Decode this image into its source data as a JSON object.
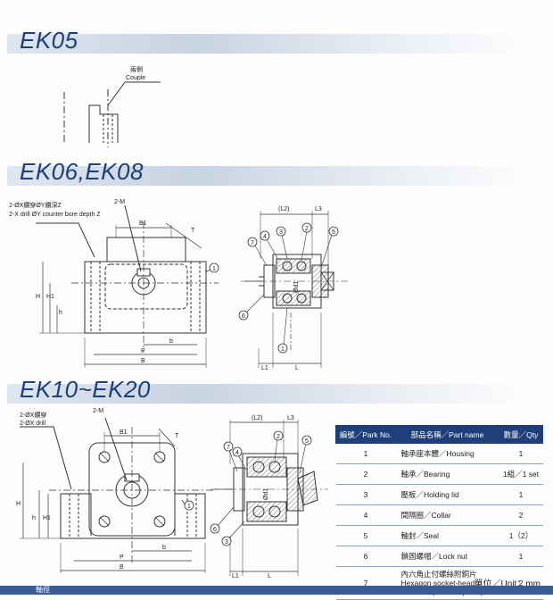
{
  "sections": {
    "ek05": "EK05",
    "ek06": "EK06,EK08",
    "ek10": "EK10~EK20"
  },
  "ek05_labels": {
    "couple_zh": "兩側",
    "couple_en": "Couple"
  },
  "ek06_labels": {
    "drill_zh": "2-ØX鑽穿ØY鑽深Z",
    "drill_en": "2-X drill ØY counter bore depth Z",
    "m": "2-M",
    "b1": "B1",
    "t": "T",
    "h": "H",
    "h1": "H1",
    "h_small": "h",
    "b_small": "b",
    "p": "P",
    "b": "B",
    "l2": "(L2)",
    "l3": "L3",
    "l1": "L1",
    "l": "L",
    "d1": "Ød1",
    "c1": "1",
    "c2": "2",
    "c3": "3",
    "c4": "4",
    "c5": "5",
    "c6": "6",
    "c7": "7"
  },
  "ek10_labels": {
    "drill_zh": "2-ØX鑽穿",
    "drill_en": "2-ØX drill",
    "m": "2-M",
    "b1": "B1",
    "t": "T",
    "h": "H",
    "h1": "H1",
    "h_small": "h",
    "b_small": "b",
    "p": "P",
    "b": "B",
    "l2": "(L2)",
    "l3": "L3",
    "l1": "L1",
    "l": "L",
    "d1": "Ød1",
    "c1": "1",
    "c2": "2",
    "c3": "3",
    "c4": "4",
    "c5": "5",
    "c6": "6",
    "c7": "7"
  },
  "parts_table": {
    "headers": [
      "編號／Park No.",
      "部品名稱／Part name",
      "數量／Qty"
    ],
    "rows": [
      {
        "no": "1",
        "name": "軸承座本體／Housing",
        "qty": "1"
      },
      {
        "no": "2",
        "name": "軸承／Bearing",
        "qty": "1組／1 set"
      },
      {
        "no": "3",
        "name": "壓板／Holding lid",
        "qty": "1"
      },
      {
        "no": "4",
        "name": "間隔圈／Collar",
        "qty": "2"
      },
      {
        "no": "5",
        "name": "軸封／Seal",
        "qty": "1（2）"
      },
      {
        "no": "6",
        "name": "鎖固螺帽／Lock nut",
        "qty": "1"
      },
      {
        "no": "7",
        "name": "內六角止付螺絲附銅片",
        "name2": "Hexagon socket-head",
        "name3": "Setscrew(with set piece)",
        "qty": "2"
      }
    ]
  },
  "unit": "單位／Unit：mm",
  "footer": "軸徑"
}
